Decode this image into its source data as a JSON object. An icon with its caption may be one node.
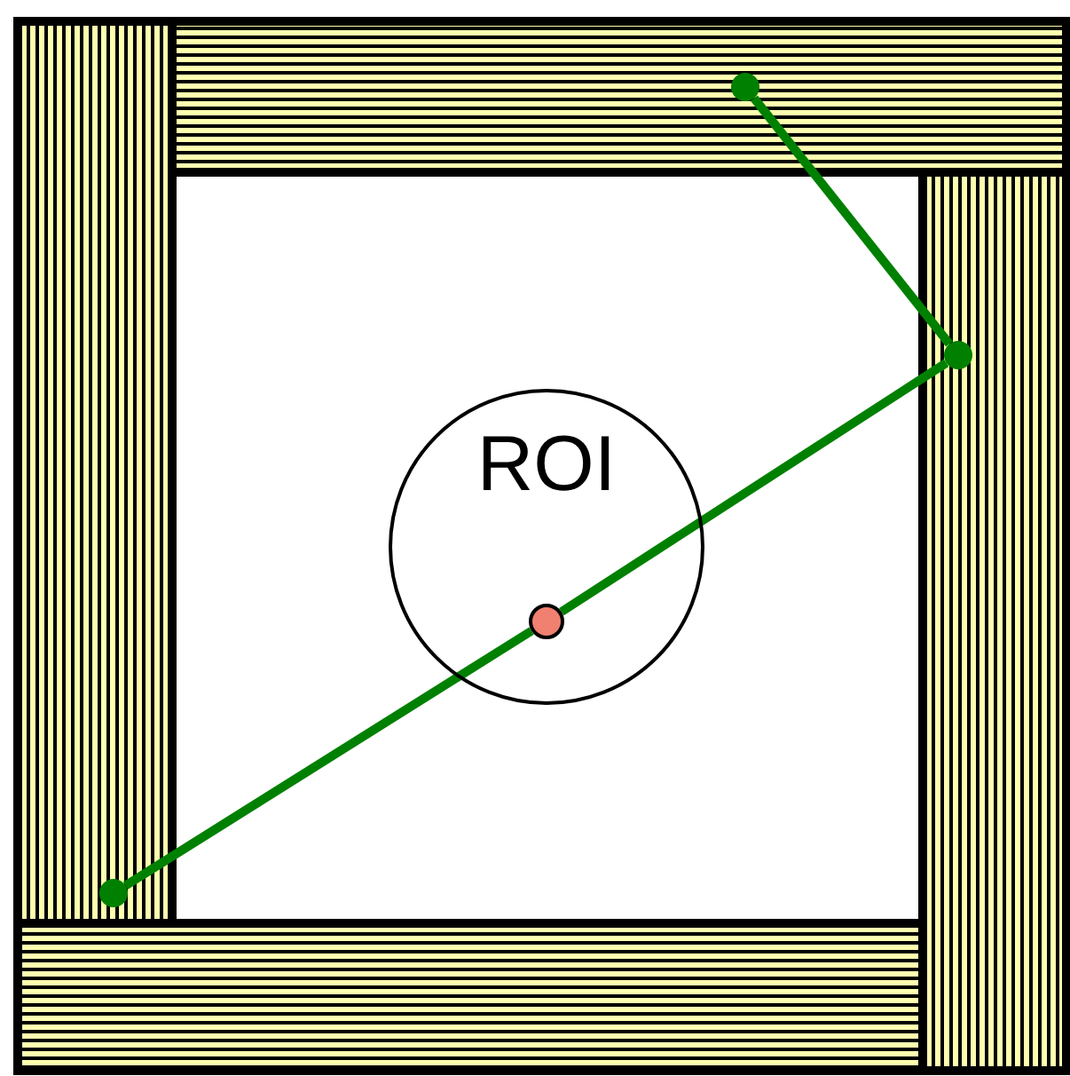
{
  "diagram": {
    "nodes": [
      {
        "text": [
          "ROI"
        ]
      },
      {
        "text": [],
        "shape": "circle"
      },
      {
        "text": [],
        "shape": "circle",
        "in": 0
      },
      {
        "text": [],
        "shape": "circle"
      },
      {
        "text": [],
        "shape": "circle"
      }
    ],
    "edges": [
      {
        "from": 1,
        "to": 2,
        "arrow": "none"
      },
      {
        "from": 2,
        "to": 3,
        "arrow": "none"
      },
      {
        "from": 3,
        "to": 4,
        "arrow": "none"
      }
    ]
  }
}
